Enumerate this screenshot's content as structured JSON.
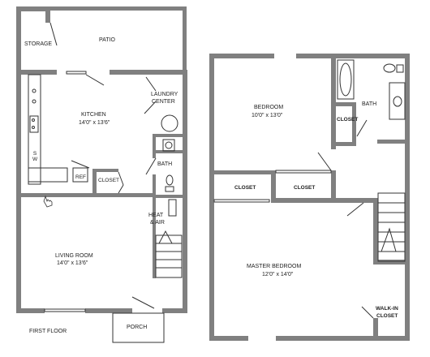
{
  "first_floor": {
    "caption": "FIRST FLOOR",
    "storage": "STORAGE",
    "patio": "PATIO",
    "kitchen": "KITCHEN",
    "kitchen_dim": "14'0\" x 13'6\"",
    "laundry_line1": "LAUNDRY",
    "laundry_line2": "CENTER",
    "ref": "REF",
    "closet": "CLOSET",
    "bath": "BATH",
    "heat_line1": "HEAT",
    "heat_line2": "& AIR",
    "living": "LIVING ROOM",
    "living_dim": "14'0\" x 13'6\"",
    "porch": "PORCH",
    "range_mark": "S\nW"
  },
  "second_floor": {
    "bedroom": "BEDROOM",
    "bedroom_dim": "10'0\" x 13'0\"",
    "bath": "BATH",
    "closet_bath": "CLOSET",
    "closet_left": "CLOSET",
    "closet_mid": "CLOSET",
    "master": "MASTER BEDROOM",
    "master_dim": "12'0\" x 14'0\"",
    "walkin_line1": "WALK-IN",
    "walkin_line2": "CLOSET"
  },
  "colors": {
    "wall": "#808080",
    "line": "#333333"
  }
}
